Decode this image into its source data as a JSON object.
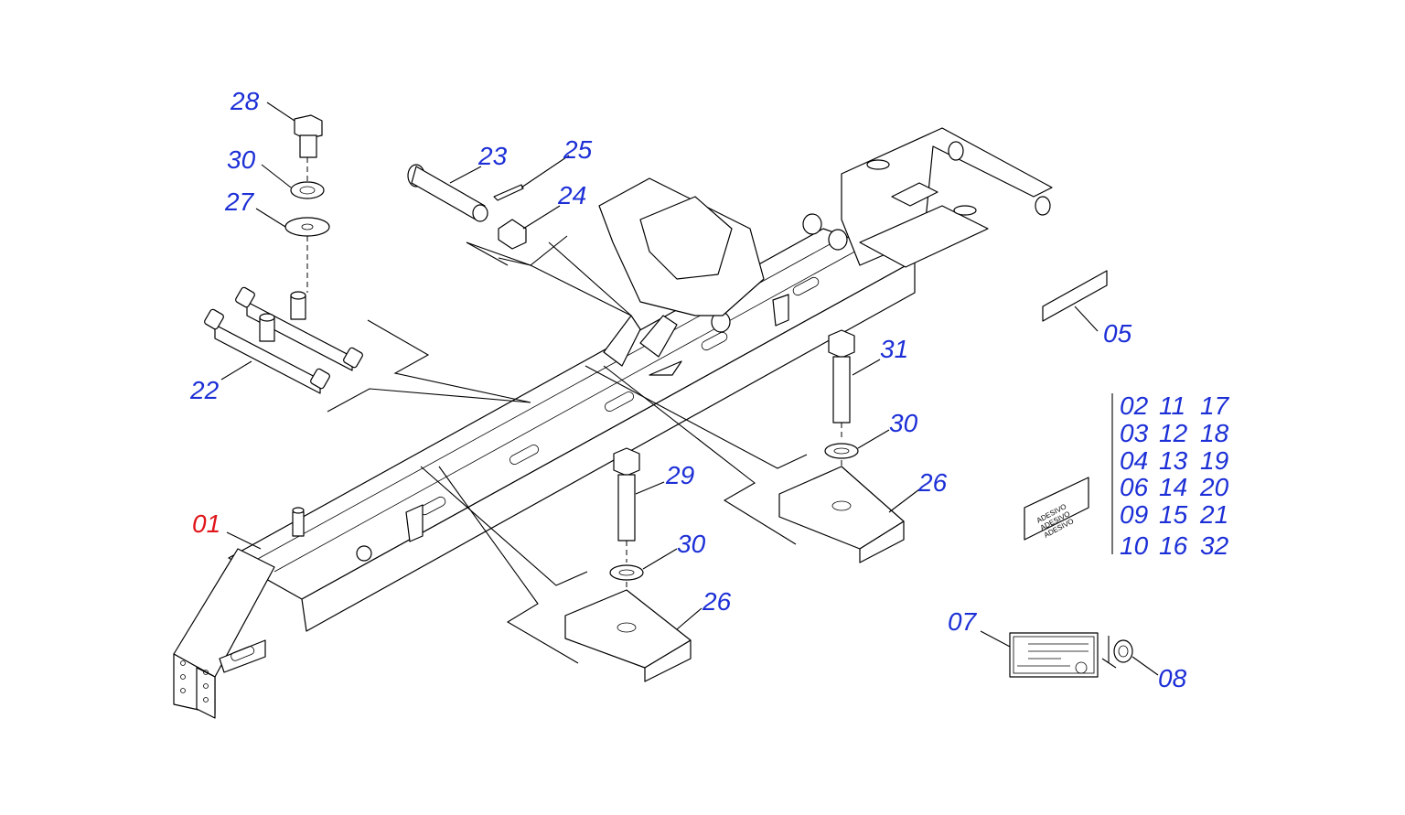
{
  "colors": {
    "callout": "#1c2fd6",
    "highlight": "#e0161a",
    "line": "#000000"
  },
  "callouts": [
    {
      "id": "c28",
      "text": "28"
    },
    {
      "id": "c30a",
      "text": "30"
    },
    {
      "id": "c27",
      "text": "27"
    },
    {
      "id": "c23",
      "text": "23"
    },
    {
      "id": "c25",
      "text": "25"
    },
    {
      "id": "c24",
      "text": "24"
    },
    {
      "id": "c22",
      "text": "22"
    },
    {
      "id": "c05",
      "text": "05"
    },
    {
      "id": "c31",
      "text": "31"
    },
    {
      "id": "c30b",
      "text": "30"
    },
    {
      "id": "c26a",
      "text": "26"
    },
    {
      "id": "c29",
      "text": "29"
    },
    {
      "id": "c30c",
      "text": "30"
    },
    {
      "id": "c26b",
      "text": "26"
    },
    {
      "id": "c01",
      "text": "01",
      "highlight": true
    },
    {
      "id": "c07",
      "text": "07"
    },
    {
      "id": "c08",
      "text": "08"
    }
  ],
  "decal_numbers": {
    "col1": [
      "02",
      "03",
      "04",
      "06",
      "09",
      "10"
    ],
    "col2": [
      "11",
      "12",
      "13",
      "14",
      "15",
      "16"
    ],
    "col3": [
      "17",
      "18",
      "19",
      "20",
      "21",
      "32"
    ]
  },
  "decal_text": [
    "ADESIVO",
    "ADESIVO",
    "ADESIVO"
  ]
}
